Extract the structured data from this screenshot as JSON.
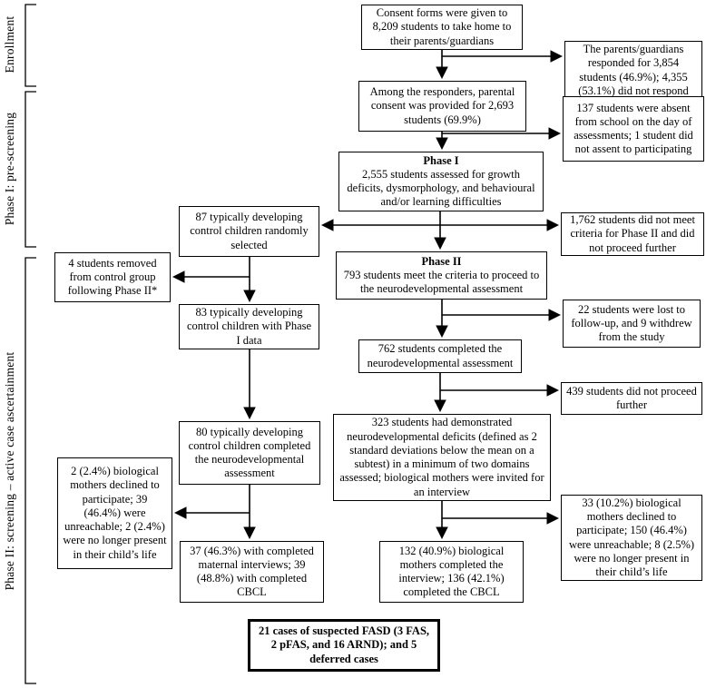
{
  "figure": {
    "type": "study-flow-diagram",
    "line_color": "#000000",
    "background": "#ffffff"
  },
  "sidebar": {
    "phases": [
      {
        "label": "Enrollment"
      },
      {
        "label": "Phase I: pre-screening"
      },
      {
        "label": "Phase II: screening – active case ascertainment"
      }
    ]
  },
  "boxes": {
    "consent": {
      "text": "Consent forms were given to 8,209 students to take home to their parents/guardians"
    },
    "responded": {
      "text": "The parents/guardians responded for 3,854 students (46.9%); 4,355 (53.1%) did not respond"
    },
    "responders": {
      "text": "Among the responders, parental consent was provided for 2,693 students (69.9%)"
    },
    "absent": {
      "text": "137 students were absent from school on the day of assessments; 1 student did not assent to participating"
    },
    "phase1": {
      "title": "Phase I",
      "text": "2,555 students assessed for growth deficits, dysmorphology, and behavioural and/or learning difficulties"
    },
    "not_meet": {
      "text": "1,762 students did not meet criteria for Phase II and did not proceed further"
    },
    "control87": {
      "text": "87 typically developing control children randomly selected"
    },
    "removed4": {
      "text": "4 students removed from control group following Phase II*"
    },
    "phase2": {
      "title": "Phase II",
      "text": "793 students meet the criteria to proceed to the neurodevelopmental assessment"
    },
    "lost22": {
      "text": "22 students were lost to follow-up, and 9 withdrew from the study"
    },
    "control83": {
      "text": "83 typically developing control children with Phase I data"
    },
    "completed762": {
      "text": "762 students completed the neurodevelopmental assessment"
    },
    "noproceed439": {
      "text": "439 students did not proceed further"
    },
    "control80": {
      "text": "80 typically developing control children completed the neurodevelopmental assessment"
    },
    "deficits323": {
      "text": "323 students had demonstrated neurodevelopmental deficits (defined as 2 standard deviations below the mean on a subtest) in a minimum of two domains assessed; biological mothers were invited for an interview"
    },
    "declined2": {
      "text": "2 (2.4%) biological mothers declined to participate; 39 (46.4%) were unreachable; 2 (2.4%) were no longer present in their child’s life"
    },
    "declined33": {
      "text": "33 (10.2%) biological mothers declined to participate; 150 (46.4%) were unreachable; 8 (2.5%) were no longer present in their child’s life"
    },
    "interviews37": {
      "text": "37 (46.3%) with completed maternal interviews; 39 (48.8%) with completed CBCL"
    },
    "interviews132": {
      "text": "132 (40.9%) biological mothers completed the interview; 136 (42.1%) completed the CBCL"
    },
    "result": {
      "text": "21 cases of suspected FASD (3 FAS, 2 pFAS, and 16 ARND); and 5 deferred cases"
    }
  }
}
